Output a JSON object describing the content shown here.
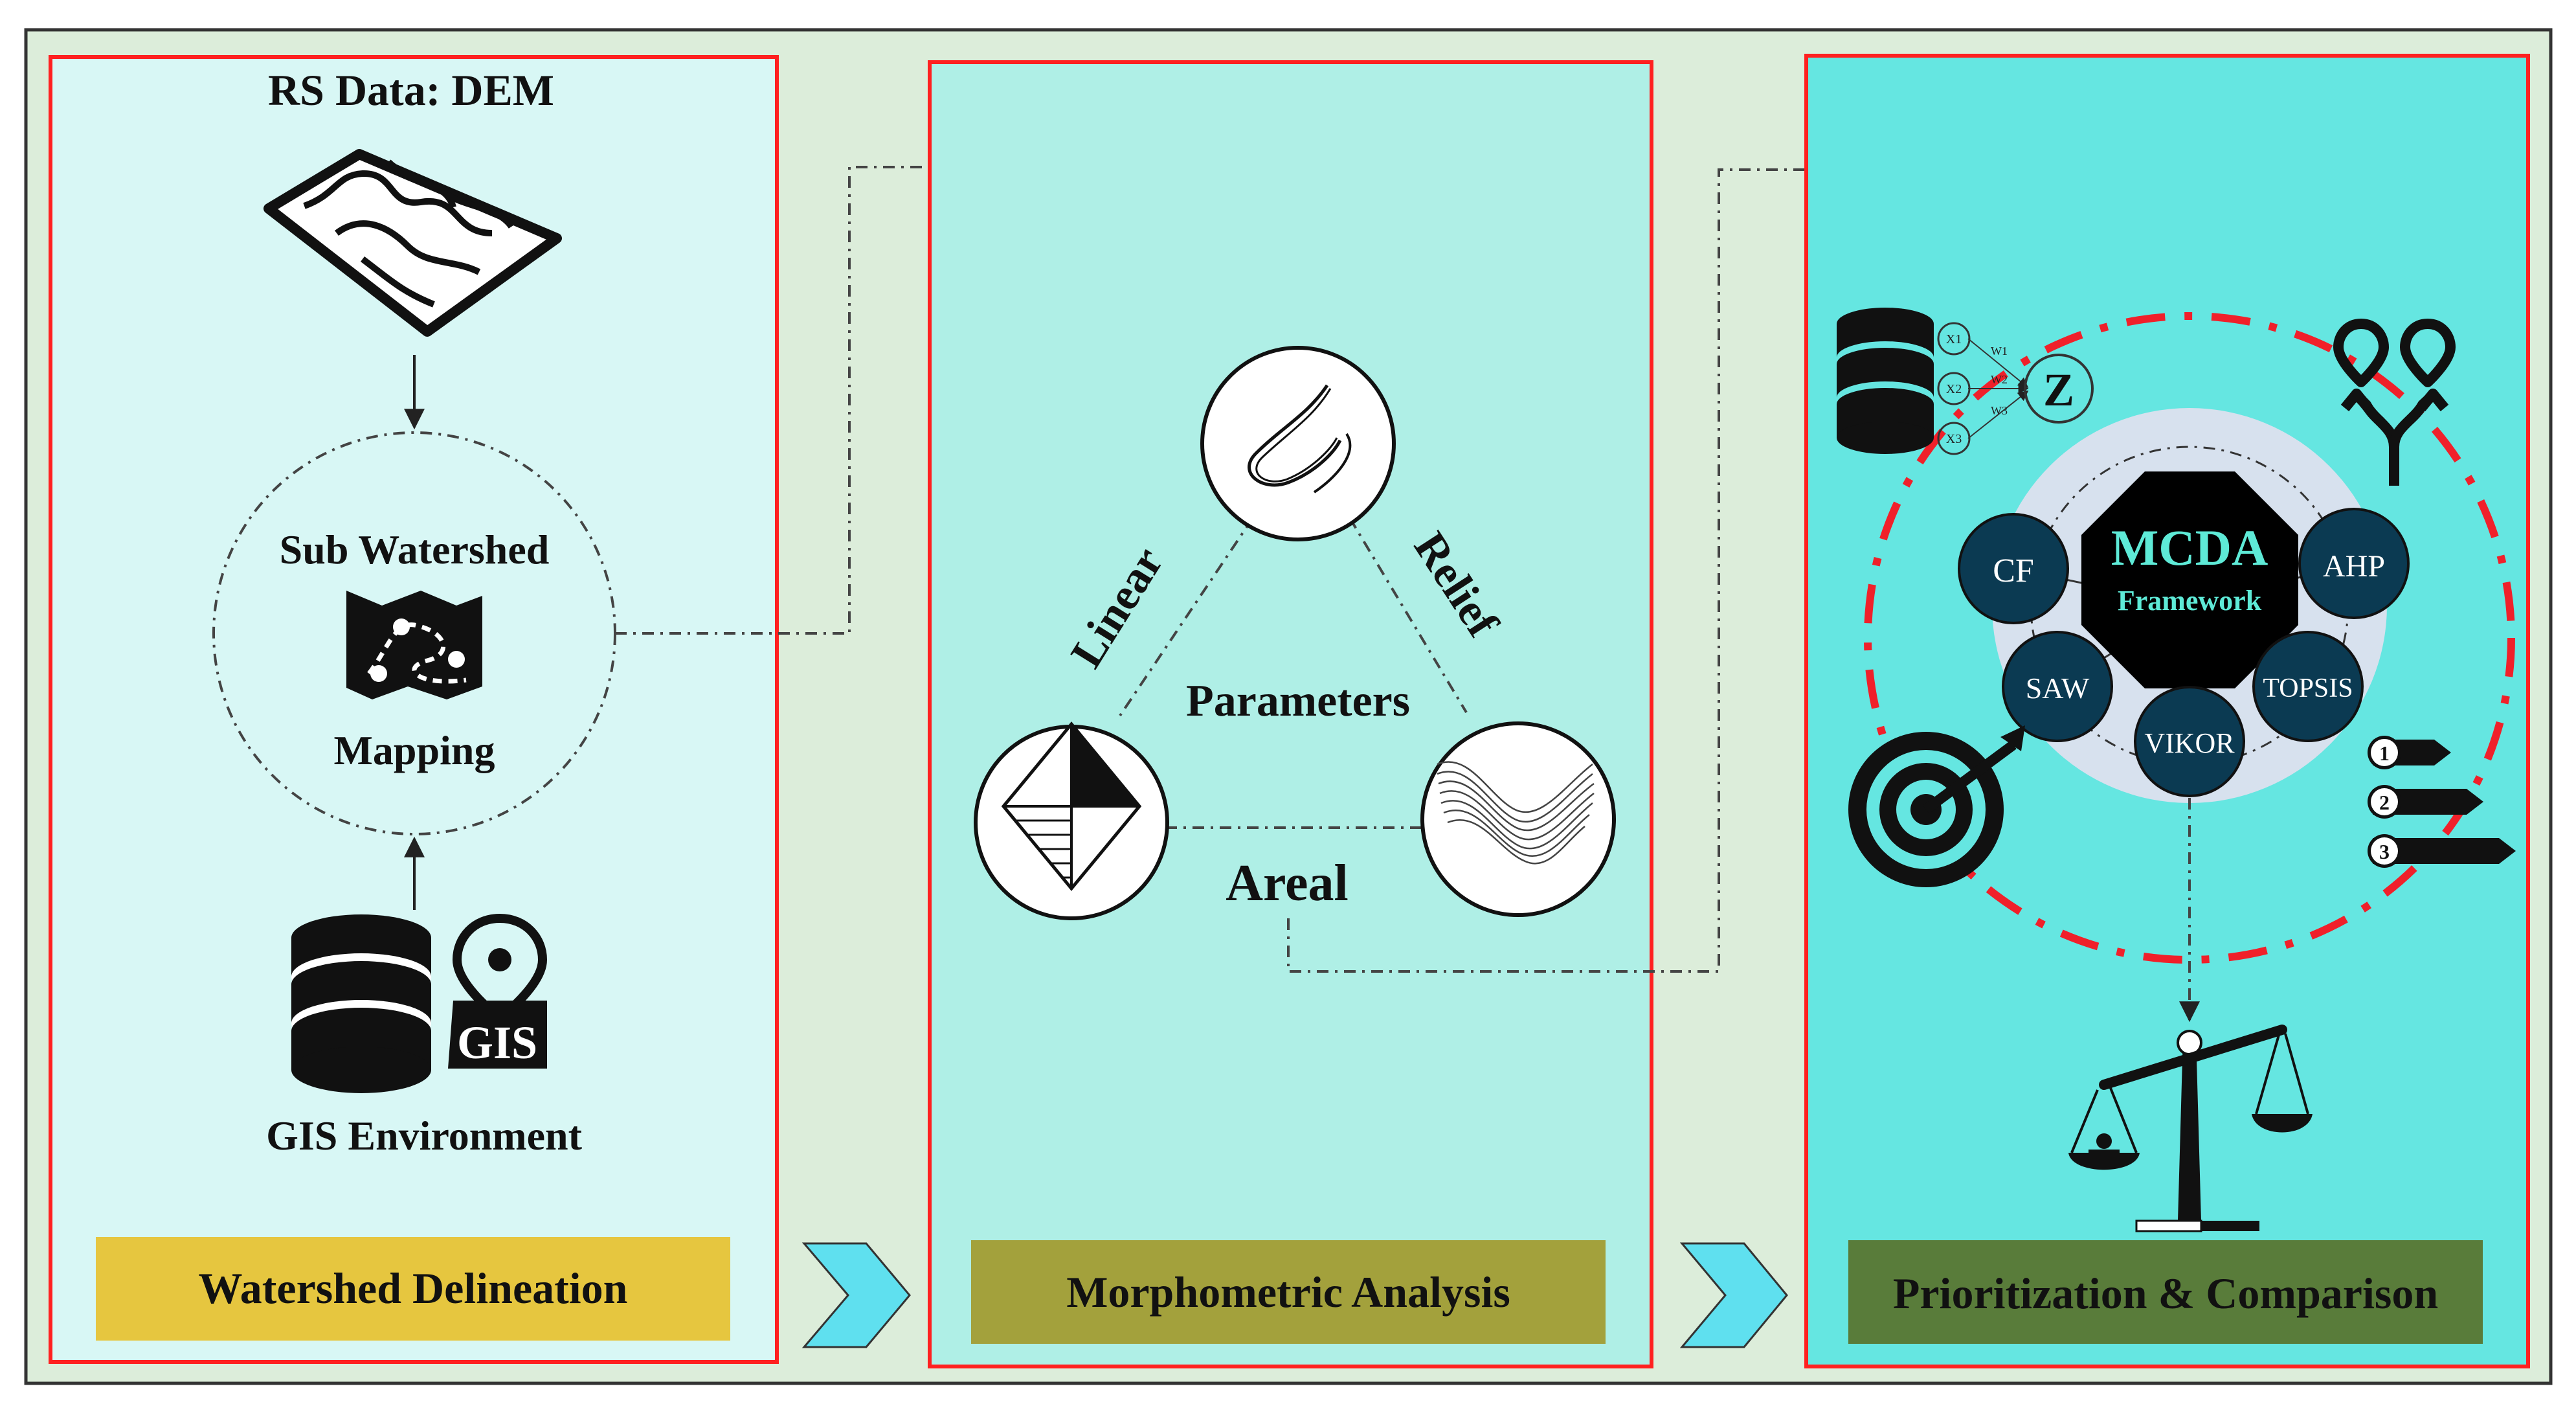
{
  "panels": [
    {
      "title": "Watershed Delineation",
      "items": {
        "source": "RS Data: DEM",
        "mapping_top": "Sub Watershed",
        "mapping_bottom": "Mapping",
        "environment": "GIS Environment",
        "gis_badge": "GIS"
      }
    },
    {
      "title": "Morphometric Analysis",
      "items": {
        "center": "Parameters",
        "edge_left": "Linear",
        "edge_right": "Relief",
        "edge_bottom": "Areal"
      }
    },
    {
      "title": "Prioritization & Comparison",
      "items": {
        "core_top": "MCDA",
        "core_bottom": "Framework",
        "methods": [
          "CF",
          "AHP",
          "SAW",
          "TOPSIS",
          "VIKOR"
        ],
        "network_inputs": [
          "X1",
          "X2",
          "X3"
        ],
        "network_weights": [
          "W1",
          "W2",
          "W3"
        ],
        "network_output": "Z",
        "ranks": [
          "1",
          "2",
          "3"
        ]
      }
    }
  ],
  "colors": {
    "background": "#dcedda",
    "panel1_fill": "#d8f7f5",
    "panel2_fill": "#afefe6",
    "panel3_fill": "#65e6e1",
    "panel_border": "#ff2020",
    "panel1_title_fill": "#e6c63f",
    "panel2_title_fill": "#a3a13c",
    "panel3_title_fill": "#597c3a",
    "chevron_fill": "#5fe0ef",
    "method_circle": "#0b3a52",
    "mcda_text": "#5eead7",
    "red_dash": "#f0202a"
  }
}
